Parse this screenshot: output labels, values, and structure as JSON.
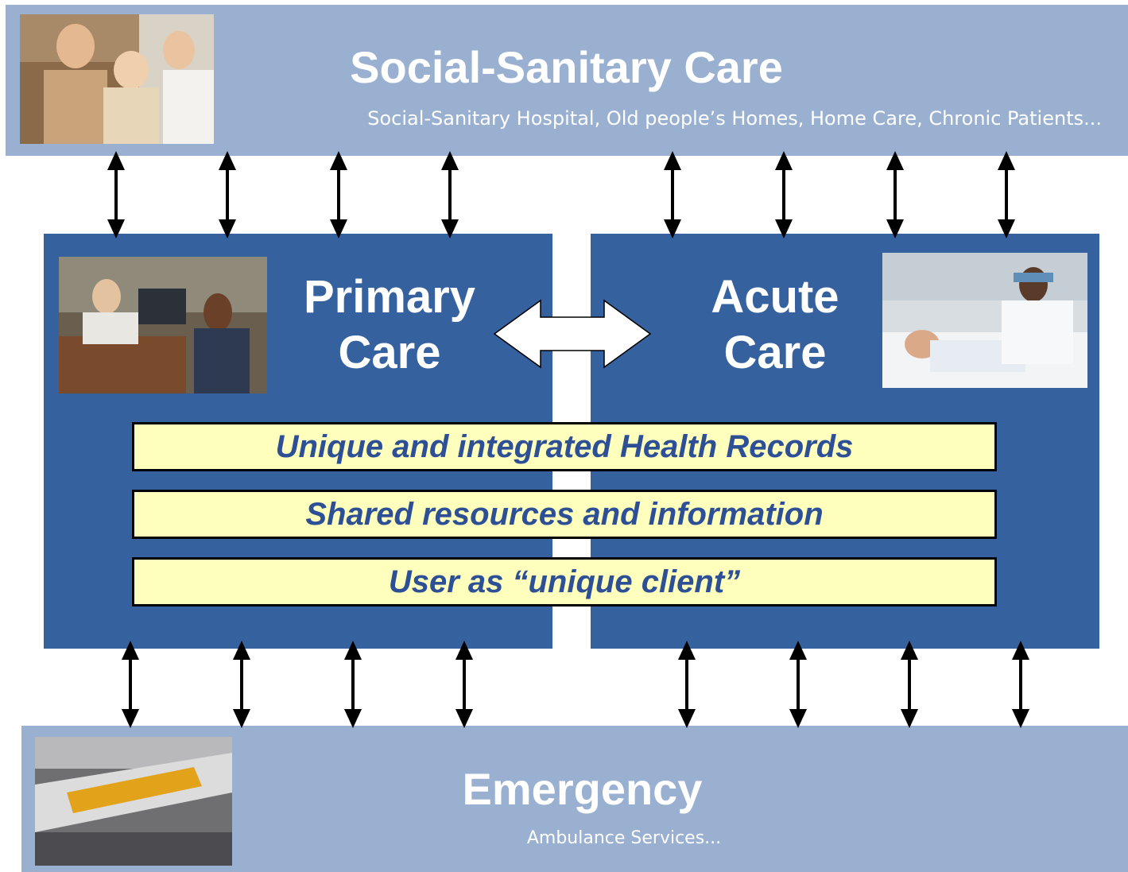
{
  "top_band": {
    "title": "Social-Sanitary Care",
    "subtitle": "Social-Sanitary Hospital, Old people’s Homes, Home Care, Chronic Patients..."
  },
  "primary_care": {
    "line1": "Primary",
    "line2": "Care"
  },
  "acute_care": {
    "line1": "Acute",
    "line2": "Care"
  },
  "pills": [
    "Unique and integrated Health Records",
    "Shared resources and information",
    "User as “unique client”"
  ],
  "bottom_band": {
    "title": "Emergency",
    "subtitle": "Ambulance Services..."
  },
  "colors": {
    "band": "#9ab0d0",
    "box": "#35619f",
    "pill_fill": "#ffffbd",
    "pill_text": "#2d4f96"
  }
}
